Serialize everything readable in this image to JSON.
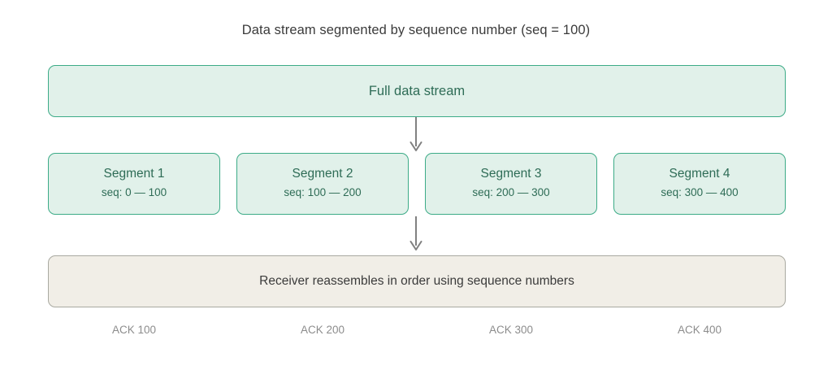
{
  "diagram": {
    "title": "Data stream segmented by sequence number (seq = 100)",
    "source_box": {
      "label": "Full data stream"
    },
    "arrows": [
      {
        "icon": "arrow-down-icon",
        "from": "full-data-stream",
        "to": "segments"
      },
      {
        "icon": "arrow-down-icon",
        "from": "segments",
        "to": "receiver"
      }
    ],
    "segments": [
      {
        "title": "Segment 1",
        "seq": "seq: 0 — 100",
        "ack": "ACK 100"
      },
      {
        "title": "Segment 2",
        "seq": "seq: 100 — 200",
        "ack": "ACK 200"
      },
      {
        "title": "Segment 3",
        "seq": "seq: 200 — 300",
        "ack": "ACK 300"
      },
      {
        "title": "Segment 4",
        "seq": "seq: 300 — 400",
        "ack": "ACK 400"
      }
    ],
    "receiver_box": {
      "label": "Receiver reassembles in order using sequence numbers"
    },
    "colors": {
      "segment_fill": "#e1f1ea",
      "segment_border": "#3cab87",
      "segment_text": "#2e6c56",
      "receiver_fill": "#f1eee7",
      "receiver_border": "#a9a9a1",
      "title_text": "#3b3b3b",
      "ack_text": "#8c8c8c",
      "arrow": "#808080",
      "background": "#ffffff"
    }
  }
}
